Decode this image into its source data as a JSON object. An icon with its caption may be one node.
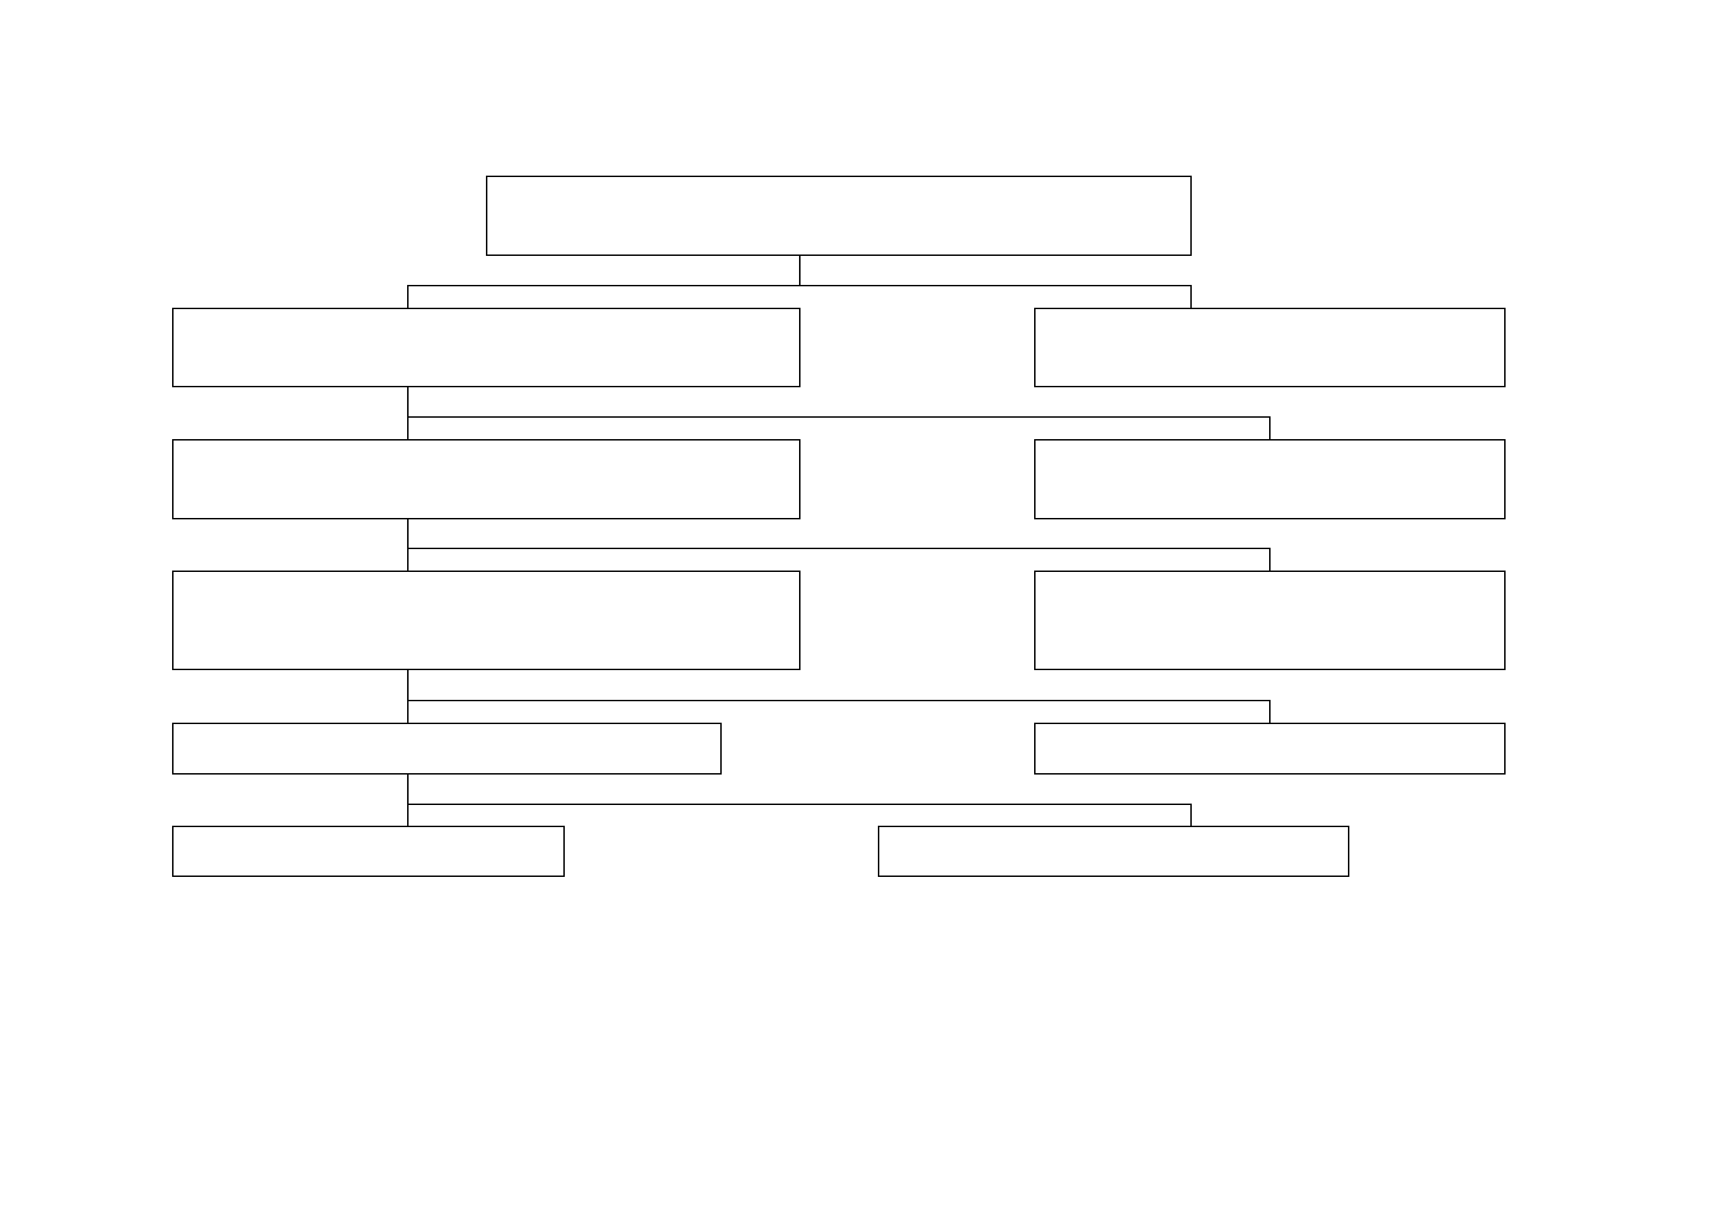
{
  "diagram": {
    "nodes": [
      {
        "text": [],
        "shape": "box"
      },
      {
        "text": [],
        "shape": "box"
      },
      {
        "text": [],
        "shape": "box"
      },
      {
        "text": [],
        "shape": "box"
      },
      {
        "text": [],
        "shape": "box"
      },
      {
        "text": [],
        "shape": "box"
      },
      {
        "text": [],
        "shape": "box"
      },
      {
        "text": [],
        "shape": "box"
      },
      {
        "text": [],
        "shape": "box"
      },
      {
        "text": [],
        "shape": "box"
      },
      {
        "text": [],
        "shape": "box"
      }
    ],
    "edges": [
      {
        "from": 0,
        "to": 1,
        "arrow": "none"
      },
      {
        "from": 0,
        "to": 2,
        "arrow": "none"
      },
      {
        "from": 1,
        "to": 3,
        "arrow": "none"
      },
      {
        "from": 1,
        "to": 4,
        "arrow": "none"
      },
      {
        "from": 3,
        "to": 5,
        "arrow": "none"
      },
      {
        "from": 3,
        "to": 6,
        "arrow": "none"
      },
      {
        "from": 5,
        "to": 7,
        "arrow": "none"
      },
      {
        "from": 5,
        "to": 8,
        "arrow": "none"
      },
      {
        "from": 7,
        "to": 9,
        "arrow": "none"
      },
      {
        "from": 7,
        "to": 10,
        "arrow": "none"
      }
    ]
  }
}
